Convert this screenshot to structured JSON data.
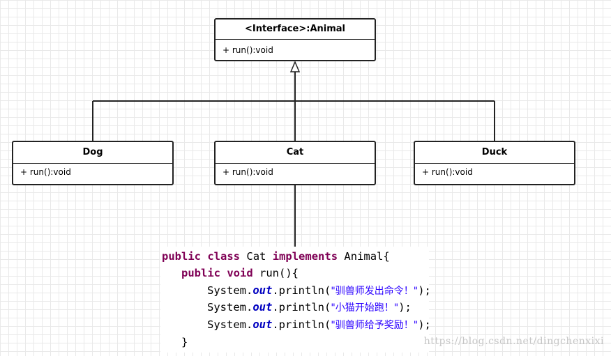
{
  "interface": {
    "title": "<Interface>:Animal",
    "method": "+ run():void"
  },
  "classes": {
    "dog": {
      "title": "Dog",
      "method": "+ run():void"
    },
    "cat": {
      "title": "Cat",
      "method": "+ run():void"
    },
    "duck": {
      "title": "Duck",
      "method": "+ run():void"
    }
  },
  "code": {
    "kw_public": "public",
    "kw_class": "class",
    "kw_implements": "implements",
    "kw_void": "void",
    "class_name": "Cat",
    "interface_name": "Animal",
    "open_brace": "{",
    "method_sig": "run(){",
    "close_brace": "}",
    "system": "System.",
    "out": "out",
    "println_open": ".println(",
    "println_close": ");",
    "strings": [
      "\"驯兽师发出命令！\"",
      "\"小猫开始跑！\"",
      "\"驯兽师给予奖励！\""
    ]
  },
  "watermark": "https://blog.csdn.net/dingchenxixi"
}
